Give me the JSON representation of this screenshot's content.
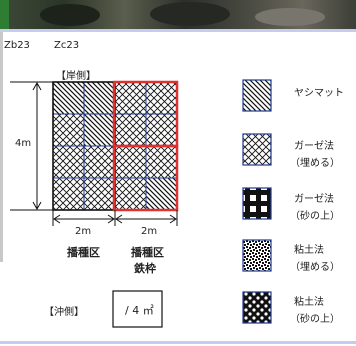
{
  "labels": {
    "zb": "Zb23",
    "zc": "Zc23",
    "kishigawa": "【岸側】",
    "okigawa": "【沖側】",
    "height": "4m",
    "width_left": "2m",
    "width_right": "2m",
    "plot_left": "播種区",
    "plot_right_1": "播種区",
    "plot_right_2": "鉄枠",
    "area": "/ 4 ㎡"
  },
  "legend": [
    {
      "icon": "diagonal-hatch-icon",
      "line1": "ヤシマット",
      "line2": ""
    },
    {
      "icon": "cross-hatch-icon",
      "line1": "ガーゼ法",
      "line2": "（埋める）"
    },
    {
      "icon": "black-dots-icon",
      "line1": "ガーゼ法",
      "line2": "（砂の上）"
    },
    {
      "icon": "speckle-icon",
      "line1": "粘土法",
      "line2": "（埋める）"
    },
    {
      "icon": "checker-circles-icon",
      "line1": "粘土法",
      "line2": "（砂の上）"
    }
  ],
  "colors": {
    "grid_line": "#1f3a8f",
    "frame": "#e03030",
    "ink": "#111111"
  }
}
